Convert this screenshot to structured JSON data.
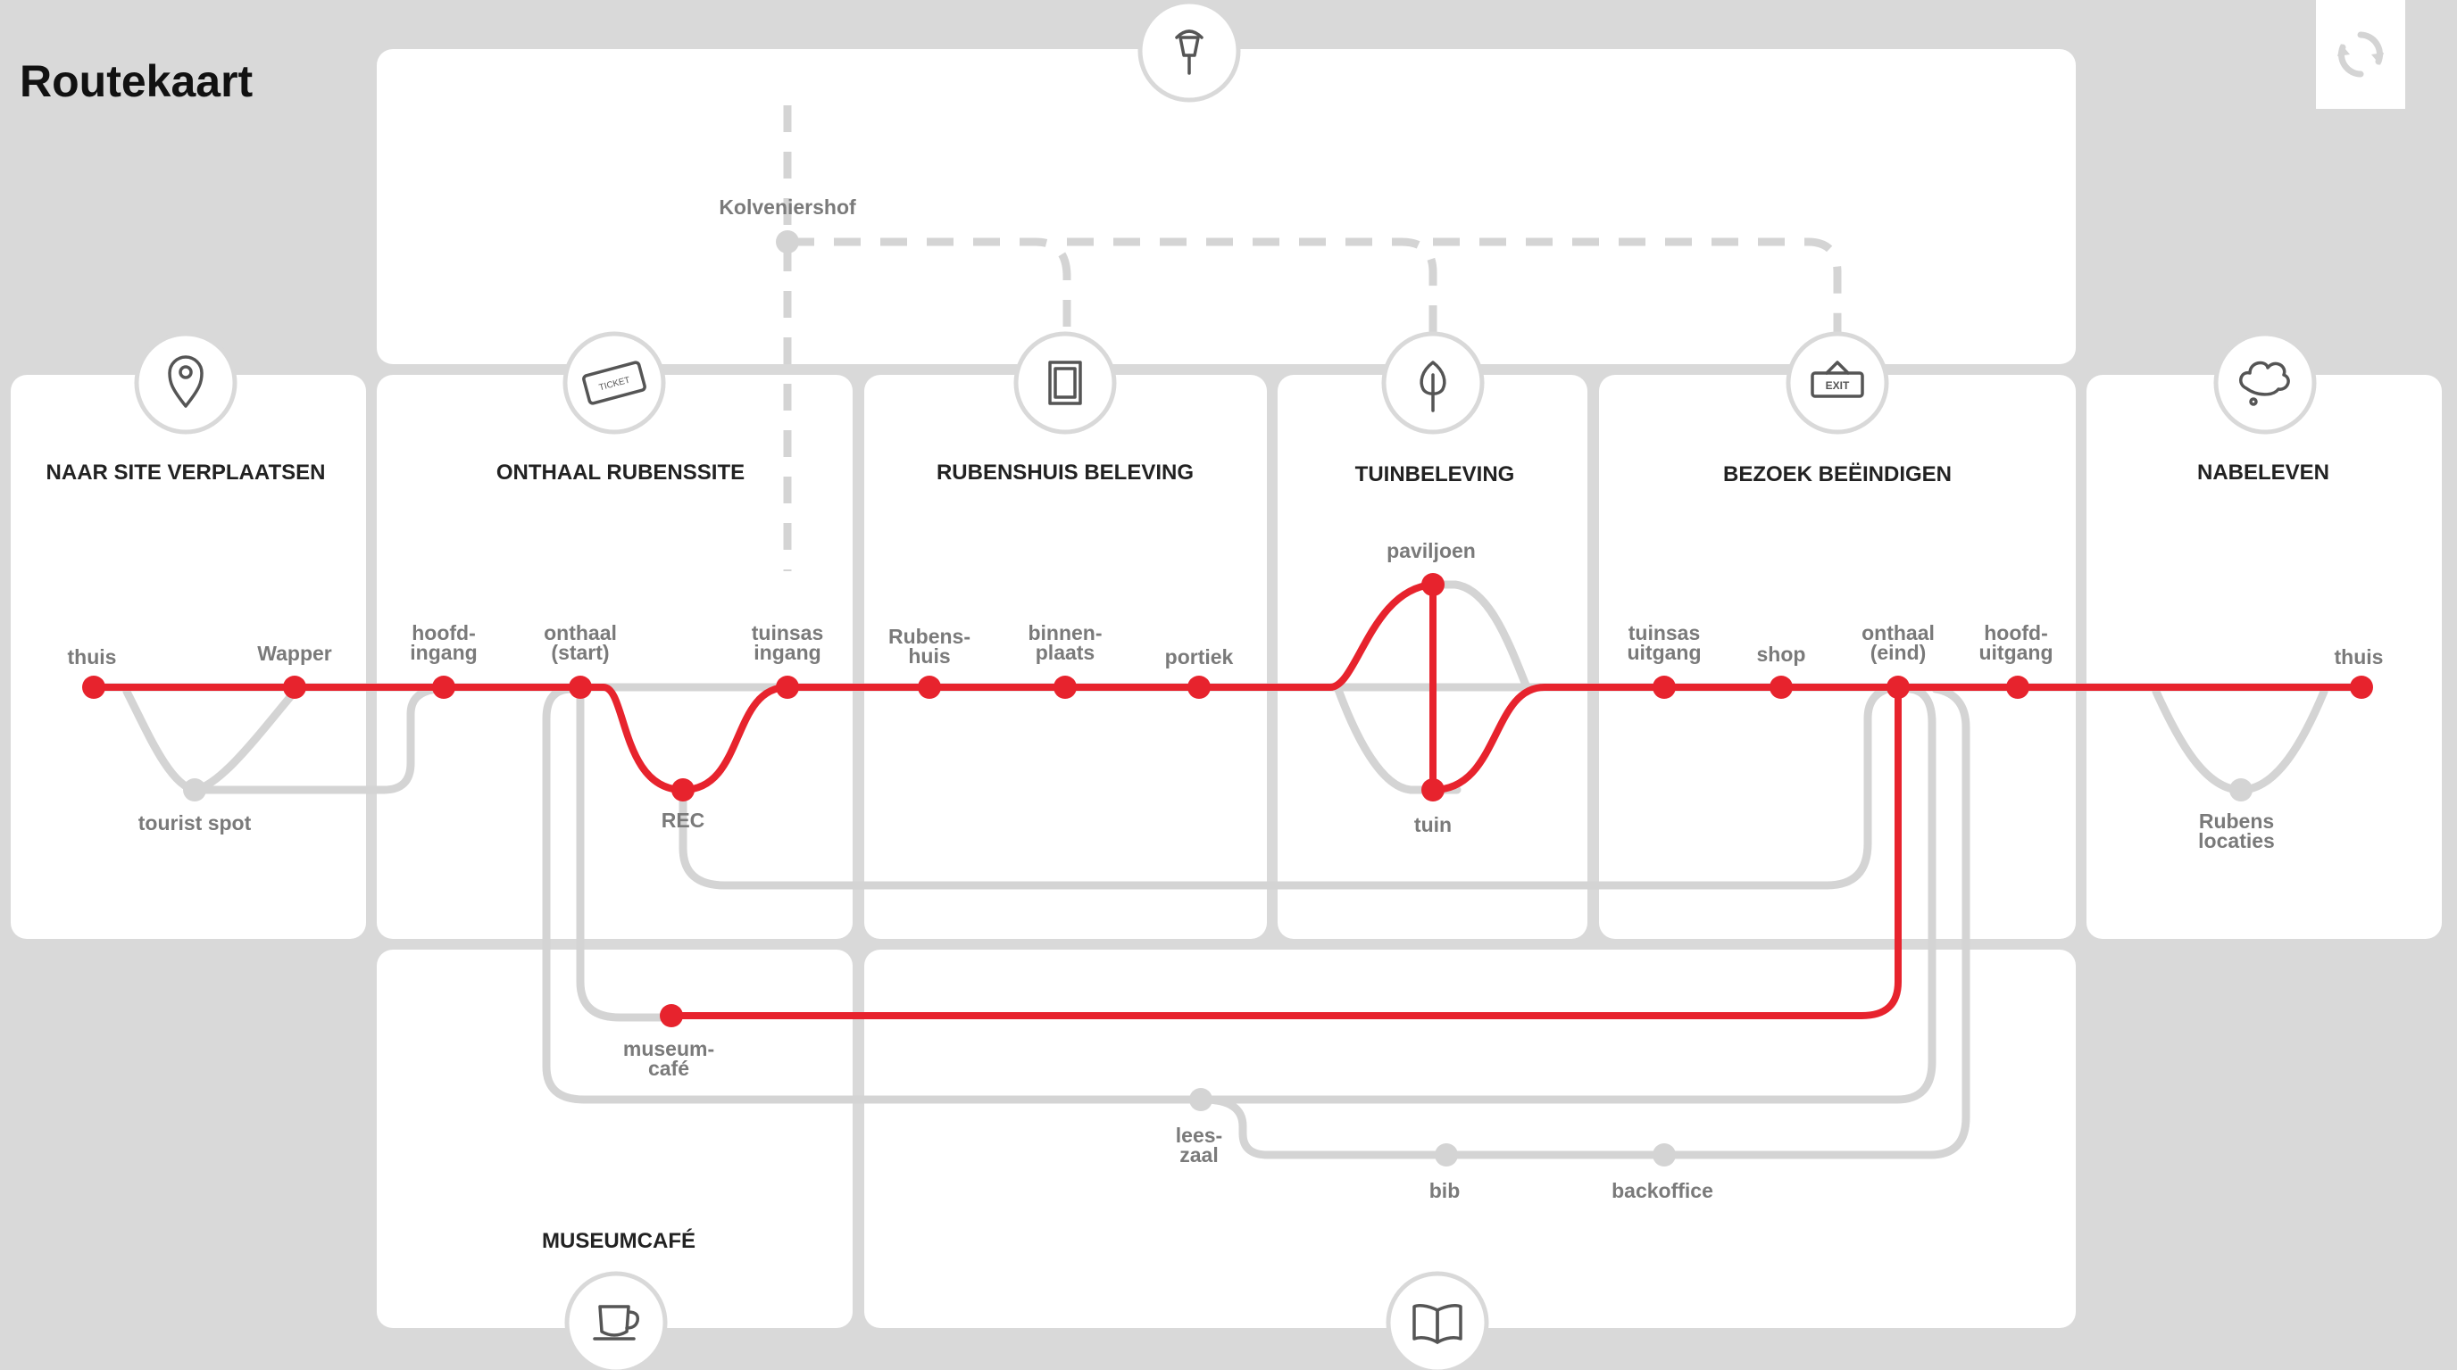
{
  "header": {
    "title": "Routekaart"
  },
  "sections": [
    {
      "id": "naar-site",
      "title": "NAAR SITE VERPLAATSEN",
      "icon": "map-pin-icon"
    },
    {
      "id": "onthaal",
      "title": "ONTHAAL RUBENSSITE",
      "icon": "ticket-icon"
    },
    {
      "id": "rubenshuis",
      "title": "RUBENSHUIS BELEVING",
      "icon": "picture-frame-icon"
    },
    {
      "id": "tuin",
      "title": "TUINBELEVING",
      "icon": "tree-icon"
    },
    {
      "id": "bezoek-einde",
      "title": "BEZOEK BEËINDIGEN",
      "icon": "exit-sign-icon"
    },
    {
      "id": "nabeleven",
      "title": "NABELEVEN",
      "icon": "thought-cloud-icon"
    },
    {
      "id": "museumcafe",
      "title": "MUSEUMCAFÉ",
      "icon": "coffee-cup-icon"
    }
  ],
  "top_icon": "microphone-icon",
  "bottom_icon": "book-icon",
  "refresh_icon": "refresh-icon",
  "exit_sign_text": "EXIT",
  "ticket_text": "TICKET",
  "stops": {
    "thuis_start": {
      "lines": [
        "thuis"
      ],
      "on_route": true
    },
    "wapper": {
      "lines": [
        "Wapper"
      ],
      "on_route": true
    },
    "tourist_spot": {
      "lines": [
        "tourist spot"
      ],
      "on_route": false
    },
    "hoofdingang": {
      "lines": [
        "hoofd-",
        "ingang"
      ],
      "on_route": true
    },
    "onthaal_start": {
      "lines": [
        "onthaal",
        "(start)"
      ],
      "on_route": true
    },
    "rec": {
      "lines": [
        "REC"
      ],
      "on_route": true
    },
    "tuinsas_ingang": {
      "lines": [
        "tuinsas",
        "ingang"
      ],
      "on_route": true
    },
    "kolveniershof": {
      "lines": [
        "Kolveniershof"
      ],
      "on_route": false
    },
    "rubenshuis": {
      "lines": [
        "Rubens-",
        "huis"
      ],
      "on_route": true
    },
    "binnenplaats": {
      "lines": [
        "binnen-",
        "plaats"
      ],
      "on_route": true
    },
    "portiek": {
      "lines": [
        "portiek"
      ],
      "on_route": true
    },
    "paviljoen": {
      "lines": [
        "paviljoen"
      ],
      "on_route": true
    },
    "tuin": {
      "lines": [
        "tuin"
      ],
      "on_route": true
    },
    "tuinsas_uitgang": {
      "lines": [
        "tuinsas",
        "uitgang"
      ],
      "on_route": true
    },
    "shop": {
      "lines": [
        "shop"
      ],
      "on_route": true
    },
    "onthaal_eind": {
      "lines": [
        "onthaal",
        "(eind)"
      ],
      "on_route": true
    },
    "hoofduitgang": {
      "lines": [
        "hoofd-",
        "uitgang"
      ],
      "on_route": true
    },
    "thuis_end": {
      "lines": [
        "thuis"
      ],
      "on_route": true
    },
    "rubens_locaties": {
      "lines": [
        "Rubens",
        "locaties"
      ],
      "on_route": false
    },
    "museumcafe": {
      "lines": [
        "museum-",
        "café"
      ],
      "on_route": true
    },
    "leeszaal": {
      "lines": [
        "lees-",
        "zaal"
      ],
      "on_route": false
    },
    "bib": {
      "lines": [
        "bib"
      ],
      "on_route": false
    },
    "backoffice": {
      "lines": [
        "backoffice"
      ],
      "on_route": false
    }
  },
  "colors": {
    "background": "#d9d9d9",
    "panel": "#ffffff",
    "route_active": "#e7232d",
    "route_inactive": "#d4d4d4",
    "label": "#7a7a7a",
    "section_title": "#222222"
  }
}
